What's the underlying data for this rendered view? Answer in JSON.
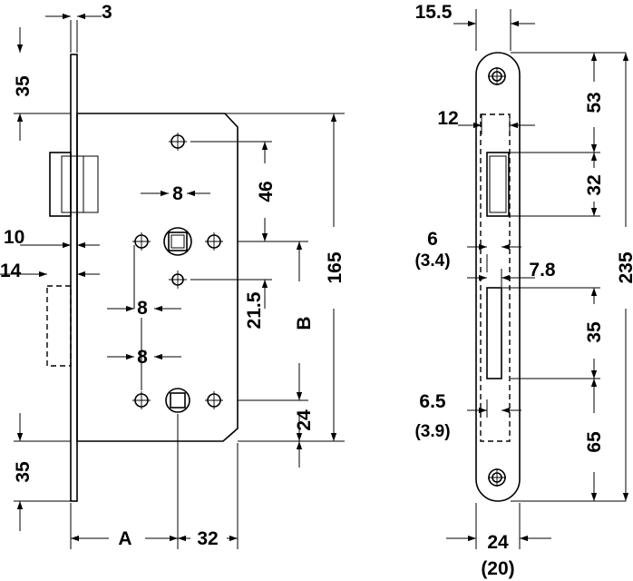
{
  "dimensions": {
    "faceplate_thickness": "3",
    "top_offset": "35",
    "bottom_offset": "35",
    "latch_setback": "10",
    "deadbolt_setback": "14",
    "top_hole_spacing": "46",
    "spindle_square": "8",
    "center_hole_square": "8",
    "lower_square": "8",
    "hole_offset": "21.5",
    "centre_distance": "B",
    "body_height": "165",
    "lower_distance": "24",
    "backset": "A",
    "body_depth": "32",
    "plate_edge": "15.5",
    "latch_width": "12",
    "top_to_latch": "53",
    "latch_height": "32",
    "plate_length": "235",
    "bolt_offset": "6",
    "bolt_offset_alt": "(3.4)",
    "bolt_width": "7.8",
    "bolt_height": "35",
    "lower_offset": "6.5",
    "lower_offset_alt": "(3.9)",
    "bottom_to_bolt": "65",
    "plate_width": "24",
    "plate_width_alt": "(20)"
  }
}
